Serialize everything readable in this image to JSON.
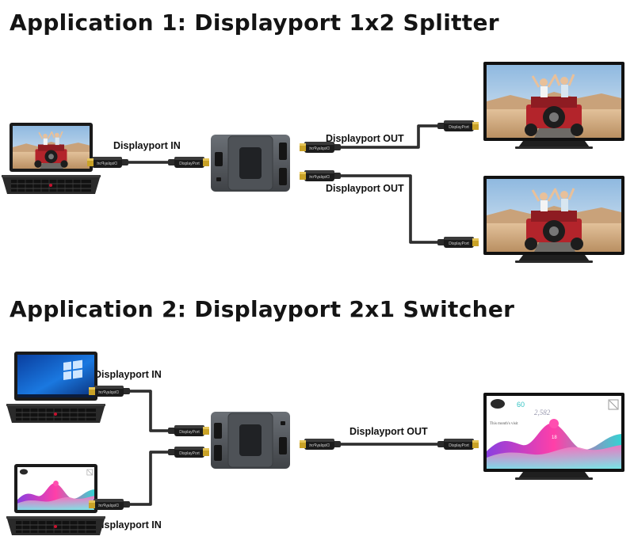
{
  "sections": [
    {
      "title": "Application 1: Displayport 1x2 Splitter",
      "labels": [
        "Displayport IN",
        "Displayport OUT",
        "Displayport OUT"
      ]
    },
    {
      "title": "Application 2: Displayport 2x1 Switcher",
      "labels": [
        "Displayport IN",
        "Displayport OUT",
        "Displayport IN"
      ]
    }
  ],
  "plug_brand": "DisplayPort",
  "screen_content": {
    "dashboard_big_number": "60",
    "dashboard_small_number": "2,582",
    "dashboard_caption": "This month's visit",
    "dashboard_badge": "18"
  },
  "colors": {
    "cable": "#1a1a1a",
    "device_body": "#55595e",
    "plug_gold": "#c9a227",
    "sky": "#9ec4e6",
    "sand": "#d9b48a",
    "road": "#6d6a66",
    "jeep_red": "#b3242b",
    "win_blue": "#0a5ac8",
    "wave_pink": "#ff3fa8",
    "wave_teal": "#34d3d3",
    "wave_purple": "#8a3fe0"
  },
  "icons": [
    "laptop-icon",
    "monitor-icon",
    "displayport-plug-icon",
    "splitter-device-icon",
    "switcher-device-icon"
  ]
}
